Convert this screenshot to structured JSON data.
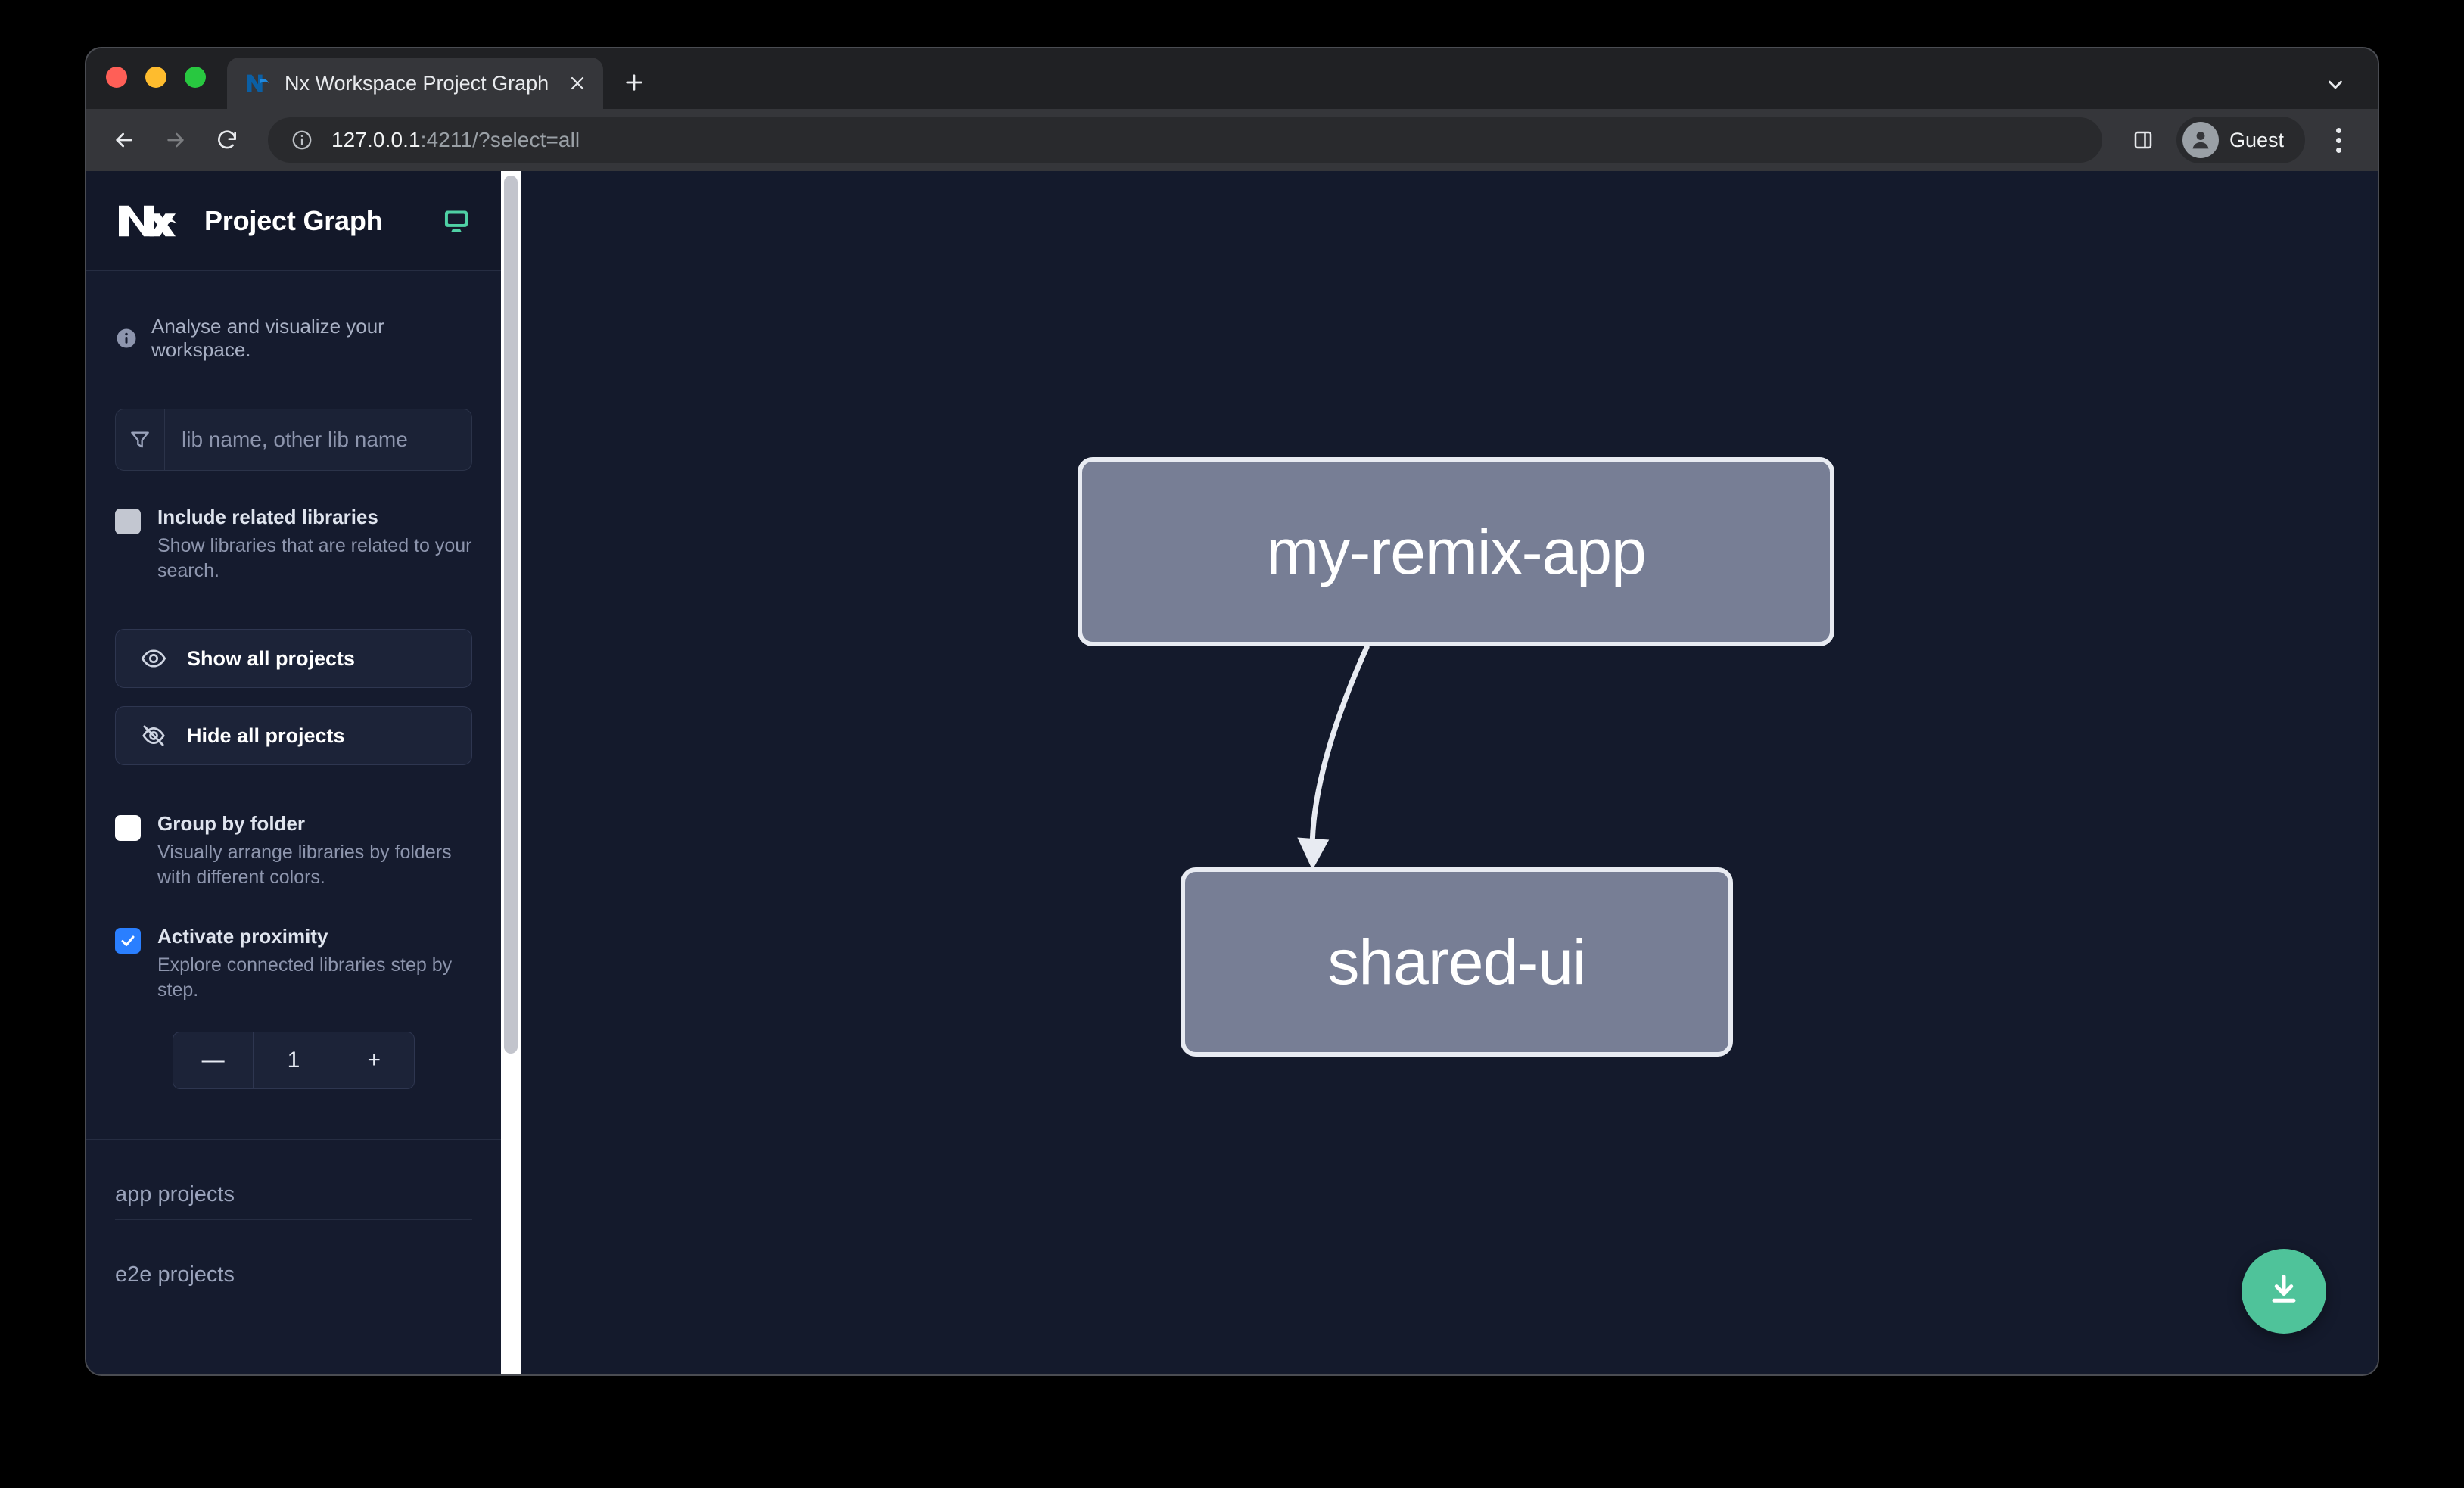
{
  "browser": {
    "tab": {
      "title": "Nx Workspace Project Graph",
      "favicon_icon": "nx-favicon-icon",
      "close_icon": "close-icon"
    },
    "new_tab_icon": "plus-icon",
    "tabstrip_chevron_icon": "chevron-down-icon",
    "toolbar": {
      "back_icon": "arrow-left-icon",
      "forward_icon": "arrow-right-icon",
      "reload_icon": "reload-icon",
      "site_info_icon": "info-circle-icon",
      "url_host": "127.0.0.1",
      "url_rest": ":4211/?select=all",
      "side_panel_icon": "side-panel-icon",
      "profile_icon": "account-avatar-icon",
      "profile_name": "Guest",
      "menu_icon": "kebab-menu-icon"
    }
  },
  "sidebar": {
    "logo_icon": "nx-logo-icon",
    "title": "Project Graph",
    "monitor_icon": "monitor-icon",
    "tagline": {
      "icon": "info-icon",
      "text": "Analyse and visualize your workspace."
    },
    "filter": {
      "icon": "filter-funnel-icon",
      "placeholder": "lib name, other lib name",
      "value": ""
    },
    "options": [
      {
        "label": "Include related libraries",
        "description": "Show libraries that are related to your search.",
        "checked": false,
        "checkbox_style": "grey"
      },
      {
        "label": "Group by folder",
        "description": "Visually arrange libraries by folders with different colors.",
        "checked": false,
        "checkbox_style": "white"
      },
      {
        "label": "Activate proximity",
        "description": "Explore connected libraries step by step.",
        "checked": true,
        "checkbox_style": "blue"
      }
    ],
    "buttons": [
      {
        "label": "Show all projects",
        "icon": "eye-icon"
      },
      {
        "label": "Hide all projects",
        "icon": "eye-off-icon"
      }
    ],
    "stepper": {
      "decrement_label": "—",
      "value": "1",
      "increment_label": "+"
    },
    "project_groups": [
      {
        "label": "app projects"
      },
      {
        "label": "e2e projects"
      }
    ],
    "scrollbar": {
      "name": "sidebar-scrollbar"
    }
  },
  "graph": {
    "nodes": [
      {
        "id": "my-remix-app",
        "label": "my-remix-app"
      },
      {
        "id": "shared-ui",
        "label": "shared-ui"
      }
    ],
    "edges": [
      {
        "from": "my-remix-app",
        "to": "shared-ui"
      }
    ],
    "download_button": {
      "icon": "download-icon"
    }
  },
  "colors": {
    "accent_green": "#4fc39a",
    "checkbox_blue": "#2a7fff",
    "node_fill": "#777e95",
    "node_border": "#e8ebf2",
    "canvas_bg": "#141A2C",
    "sidebar_bg": "#151B2E"
  }
}
